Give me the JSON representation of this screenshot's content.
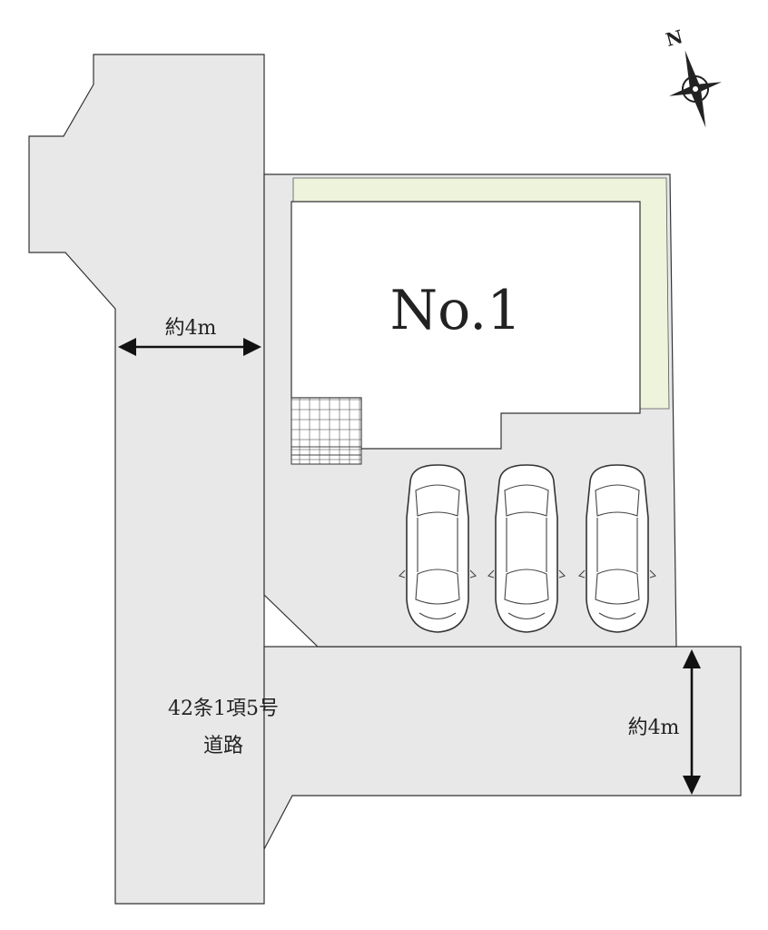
{
  "lot": {
    "label": "No.1"
  },
  "dimensions": {
    "west_road_width": "約4m",
    "south_road_width": "約4m"
  },
  "road": {
    "label_line1": "42条1項5号",
    "label_line2": "道路"
  },
  "compass": {
    "north_label": "N"
  },
  "parking": {
    "cars": [
      "car-1",
      "car-2",
      "car-3"
    ]
  },
  "colors": {
    "road_fill": "#e8e8e9",
    "greenery": "#eef3dc",
    "outline": "#333333"
  }
}
